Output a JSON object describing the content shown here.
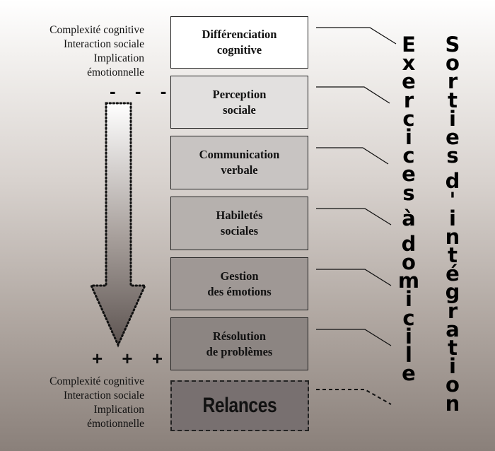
{
  "top_label": [
    "Complexité cognitive",
    "Interaction sociale",
    "Implication",
    "émotionnelle"
  ],
  "bottom_label": [
    "Complexité cognitive",
    "Interaction sociale",
    "Implication",
    "émotionnelle"
  ],
  "minus_sign": "- - -",
  "plus_sign": "+ + +",
  "modules": [
    {
      "label": "Différenciation\ncognitive",
      "fill": "#ffffff"
    },
    {
      "label": "Perception\nsociale",
      "fill": "#e2e0df"
    },
    {
      "label": "Communication\nverbale",
      "fill": "#c8c4c2"
    },
    {
      "label": "Habiletés\nsociales",
      "fill": "#b6b1ae"
    },
    {
      "label": "Gestion\ndes émotions",
      "fill": "#9f9895"
    },
    {
      "label": "Résolution\nde problèmes",
      "fill": "#8c8582"
    }
  ],
  "relances": "Relances",
  "column_home_exercises": "Exercices à domicile",
  "column_integration_outings": "Sorties d'intégration"
}
